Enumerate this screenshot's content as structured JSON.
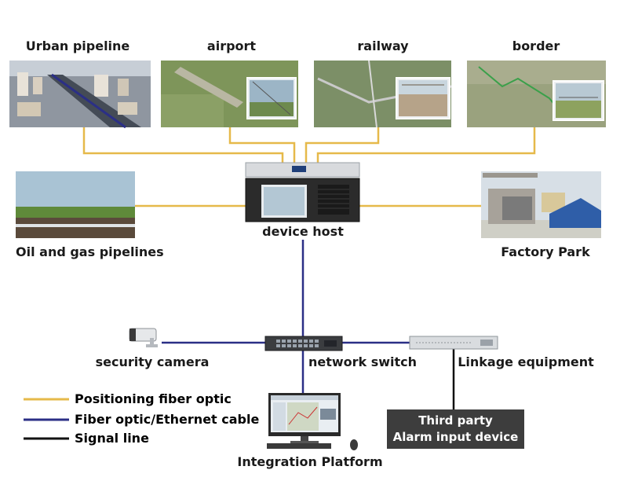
{
  "scenes": {
    "urban": "Urban pipeline",
    "airport": "airport",
    "railway": "railway",
    "border": "border",
    "oil_gas": "Oil and gas pipelines",
    "factory": "Factory Park"
  },
  "devices": {
    "host": "device host",
    "camera": "security camera",
    "switch": "network switch",
    "linkage": "Linkage equipment",
    "third_party_line1": "Third party",
    "third_party_line2": "Alarm input device",
    "platform": "Integration Platform"
  },
  "legend": [
    {
      "label": "Positioning fiber optic",
      "color": "#e6b94a"
    },
    {
      "label": "Fiber optic/Ethernet cable",
      "color": "#2b2f86"
    },
    {
      "label": "Signal line",
      "color": "#111111"
    }
  ],
  "colors": {
    "fiber_positioning": "#e6b94a",
    "fiber_ethernet": "#2b2f86",
    "signal": "#111111"
  }
}
